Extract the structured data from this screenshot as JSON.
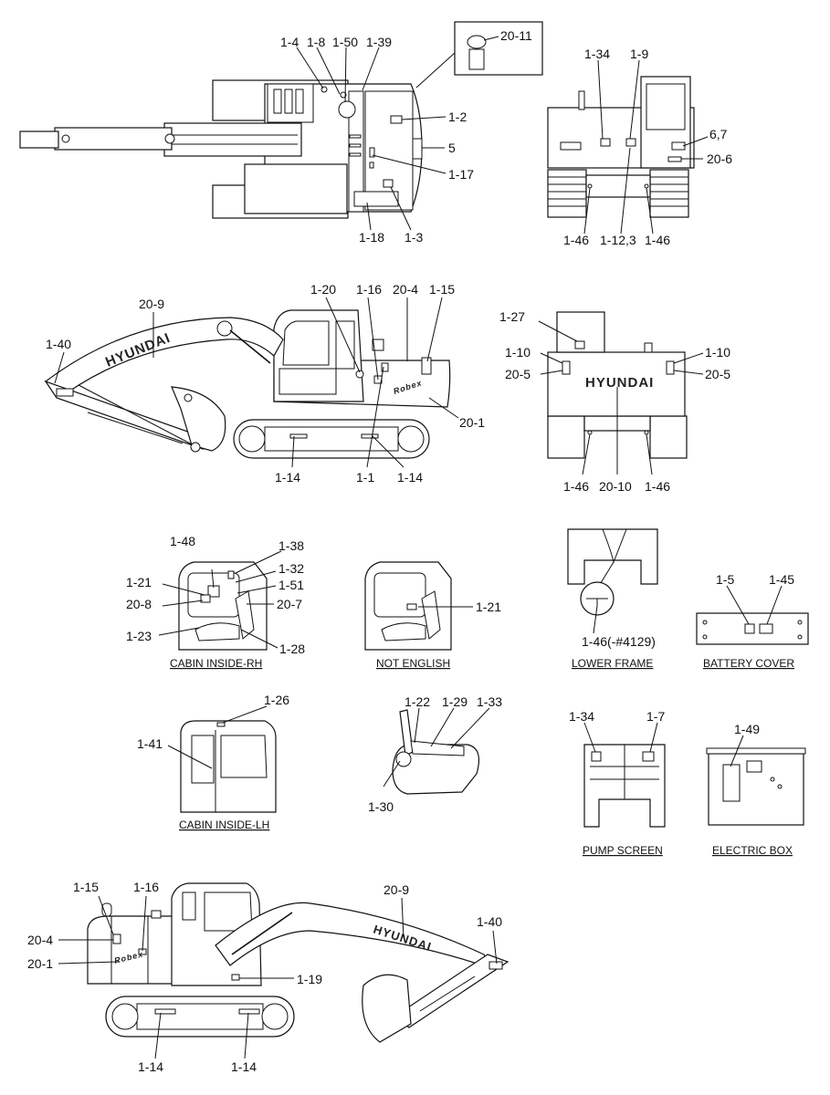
{
  "diagram": {
    "brand_text": "HYUNDAI",
    "top_view": {
      "callouts": [
        "1-4",
        "1-8",
        "1-50",
        "1-39",
        "20-11",
        "1-2",
        "5",
        "1-17",
        "1-18",
        "1-3"
      ]
    },
    "rear_view": {
      "callouts": [
        "1-34",
        "1-9",
        "6,7",
        "20-6",
        "1-46",
        "1-12,3",
        "1-46"
      ]
    },
    "side_view_rh": {
      "callouts": [
        "20-9",
        "1-40",
        "1-20",
        "1-16",
        "20-4",
        "1-15",
        "20-1",
        "1-14",
        "1-1",
        "1-14"
      ]
    },
    "front_view": {
      "callouts": [
        "1-27",
        "1-10",
        "1-10",
        "20-5",
        "20-5",
        "1-46",
        "20-10",
        "1-46"
      ]
    },
    "cabin_inside_rh": {
      "caption": "CABIN INSIDE-RH",
      "callouts": [
        "1-48",
        "1-38",
        "1-32",
        "1-21",
        "1-51",
        "20-8",
        "20-7",
        "1-23",
        "1-28"
      ]
    },
    "not_english": {
      "caption": "NOT ENGLISH",
      "callouts": [
        "1-21"
      ]
    },
    "lower_frame": {
      "caption": "LOWER FRAME",
      "callouts": [
        "1-46(-#4129)"
      ]
    },
    "battery_cover": {
      "caption": "BATTERY COVER",
      "callouts": [
        "1-5",
        "1-45"
      ]
    },
    "cabin_inside_lh": {
      "caption": "CABIN INSIDE-LH",
      "callouts": [
        "1-26",
        "1-41"
      ]
    },
    "joystick": {
      "callouts": [
        "1-22",
        "1-29",
        "1-33",
        "1-30"
      ]
    },
    "pump_screen": {
      "caption": "PUMP SCREEN",
      "callouts": [
        "1-34",
        "1-7"
      ]
    },
    "electric_box": {
      "caption": "ELECTRIC BOX",
      "callouts": [
        "1-49"
      ]
    },
    "side_view_lh": {
      "callouts": [
        "1-15",
        "1-16",
        "20-9",
        "20-4",
        "20-1",
        "1-19",
        "1-40",
        "1-14",
        "1-14"
      ]
    }
  }
}
